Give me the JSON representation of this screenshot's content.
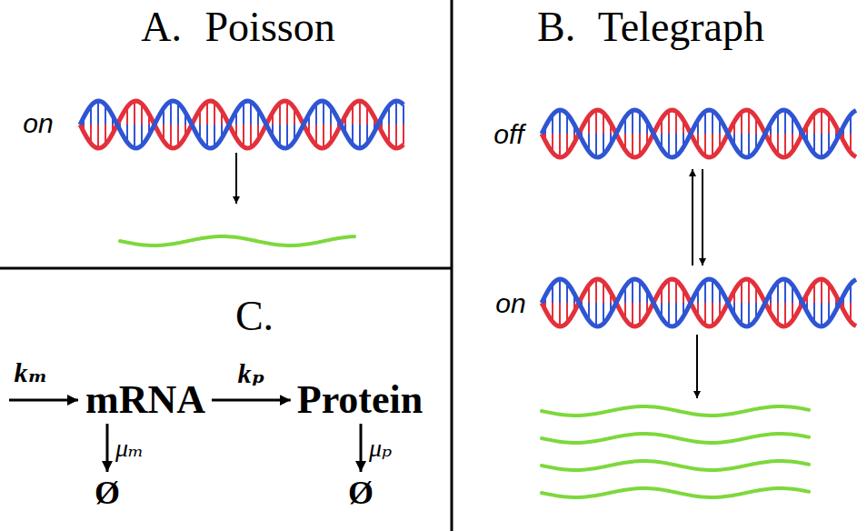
{
  "diagram": {
    "nodes": [
      {
        "text": [
          "mRNA"
        ]
      },
      {
        "text": [
          "Protein"
        ]
      },
      {
        "text": [
          "Ø"
        ]
      },
      {
        "text": [
          "Ø"
        ]
      }
    ],
    "edges": [
      {
        "from": 0,
        "to": 1,
        "arrow": "to",
        "label": "kₚ"
      },
      {
        "from": 0,
        "to": 2,
        "arrow": "to",
        "label": "μₘ"
      },
      {
        "from": 1,
        "to": 3,
        "arrow": "to",
        "label": "μₚ"
      }
    ],
    "labels": [
      "A. Poisson",
      "on",
      "B. Telegraph",
      "off",
      "on",
      "C.",
      "kₘ"
    ]
  }
}
